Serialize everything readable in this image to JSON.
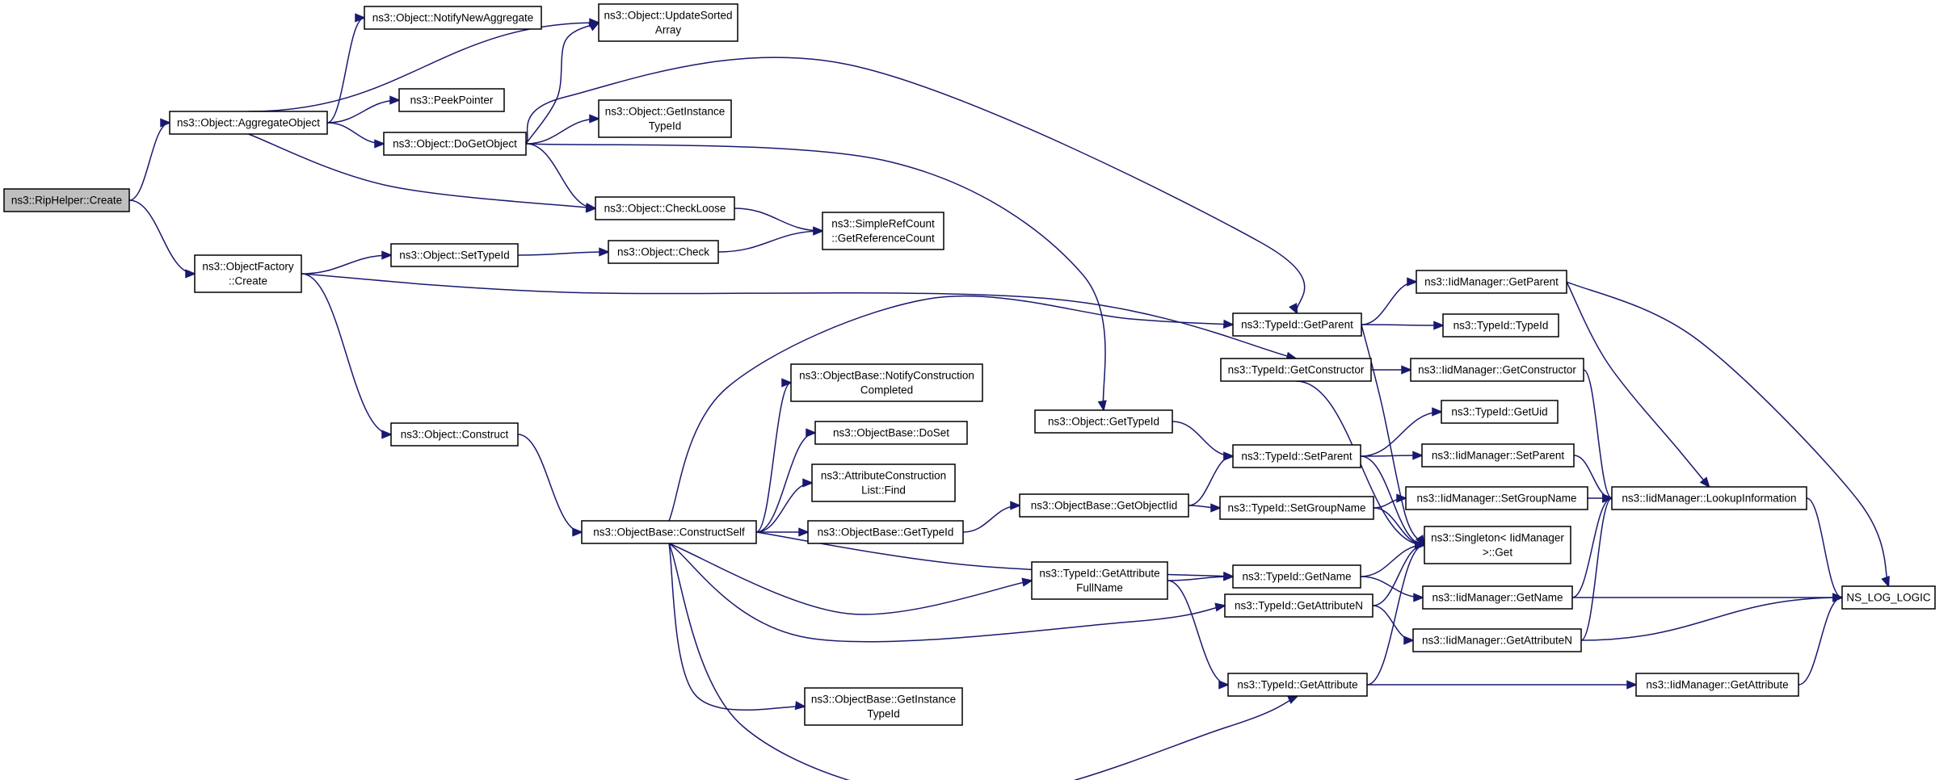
{
  "colors": {
    "edge": "#191970",
    "node_border": "#000000",
    "node_fill": "#ffffff",
    "root_fill": "#bfbfbf"
  },
  "nodes": [
    {
      "id": "riphelper_create",
      "lines": [
        "ns3::RipHelper::Create"
      ],
      "root": true
    },
    {
      "id": "object_aggregateobject",
      "lines": [
        "ns3::Object::AggregateObject"
      ]
    },
    {
      "id": "objectfactory_create",
      "lines": [
        "ns3::ObjectFactory",
        "::Create"
      ]
    },
    {
      "id": "object_notifynewaggregate",
      "lines": [
        "ns3::Object::NotifyNewAggregate"
      ]
    },
    {
      "id": "object_updatesortedarray",
      "lines": [
        "ns3::Object::UpdateSorted",
        "Array"
      ]
    },
    {
      "id": "peekpointer",
      "lines": [
        "ns3::PeekPointer"
      ]
    },
    {
      "id": "object_dogetobject",
      "lines": [
        "ns3::Object::DoGetObject"
      ]
    },
    {
      "id": "object_getinstancetypeid",
      "lines": [
        "ns3::Object::GetInstance",
        "TypeId"
      ]
    },
    {
      "id": "object_checkloose",
      "lines": [
        "ns3::Object::CheckLoose"
      ]
    },
    {
      "id": "simplerefcount_getreferencecount",
      "lines": [
        "ns3::SimpleRefCount",
        "::GetReferenceCount"
      ]
    },
    {
      "id": "object_settypeid",
      "lines": [
        "ns3::Object::SetTypeId"
      ]
    },
    {
      "id": "object_check",
      "lines": [
        "ns3::Object::Check"
      ]
    },
    {
      "id": "object_construct",
      "lines": [
        "ns3::Object::Construct"
      ]
    },
    {
      "id": "objectbase_constructself",
      "lines": [
        "ns3::ObjectBase::ConstructSelf"
      ]
    },
    {
      "id": "objectbase_notifyconstructioncompleted",
      "lines": [
        "ns3::ObjectBase::NotifyConstruction",
        "Completed"
      ]
    },
    {
      "id": "objectbase_doset",
      "lines": [
        "ns3::ObjectBase::DoSet"
      ]
    },
    {
      "id": "attributeconstructionlist_find",
      "lines": [
        "ns3::AttributeConstruction",
        "List::Find"
      ]
    },
    {
      "id": "objectbase_gettypeid",
      "lines": [
        "ns3::ObjectBase::GetTypeId"
      ]
    },
    {
      "id": "objectbase_getinstancetypeid",
      "lines": [
        "ns3::ObjectBase::GetInstance",
        "TypeId"
      ]
    },
    {
      "id": "object_gettypeid",
      "lines": [
        "ns3::Object::GetTypeId"
      ]
    },
    {
      "id": "objectbase_getobjectiid",
      "lines": [
        "ns3::ObjectBase::GetObjectIid"
      ]
    },
    {
      "id": "typeid_getattributefullname",
      "lines": [
        "ns3::TypeId::GetAttribute",
        "FullName"
      ]
    },
    {
      "id": "typeid_getparent",
      "lines": [
        "ns3::TypeId::GetParent"
      ]
    },
    {
      "id": "typeid_getconstructor",
      "lines": [
        "ns3::TypeId::GetConstructor"
      ]
    },
    {
      "id": "typeid_setparent",
      "lines": [
        "ns3::TypeId::SetParent"
      ]
    },
    {
      "id": "typeid_setgroupname",
      "lines": [
        "ns3::TypeId::SetGroupName"
      ]
    },
    {
      "id": "typeid_getname",
      "lines": [
        "ns3::TypeId::GetName"
      ]
    },
    {
      "id": "typeid_getattributen",
      "lines": [
        "ns3::TypeId::GetAttributeN"
      ]
    },
    {
      "id": "typeid_getattribute",
      "lines": [
        "ns3::TypeId::GetAttribute"
      ]
    },
    {
      "id": "iidmanager_getparent",
      "lines": [
        "ns3::IidManager::GetParent"
      ]
    },
    {
      "id": "typeid_typeid",
      "lines": [
        "ns3::TypeId::TypeId"
      ]
    },
    {
      "id": "iidmanager_getconstructor",
      "lines": [
        "ns3::IidManager::GetConstructor"
      ]
    },
    {
      "id": "typeid_getuid",
      "lines": [
        "ns3::TypeId::GetUid"
      ]
    },
    {
      "id": "iidmanager_setparent",
      "lines": [
        "ns3::IidManager::SetParent"
      ]
    },
    {
      "id": "iidmanager_setgroupname",
      "lines": [
        "ns3::IidManager::SetGroupName"
      ]
    },
    {
      "id": "singleton_get",
      "lines": [
        "ns3::Singleton< IidManager",
        " >::Get"
      ]
    },
    {
      "id": "iidmanager_getname",
      "lines": [
        "ns3::IidManager::GetName"
      ]
    },
    {
      "id": "iidmanager_getattributen",
      "lines": [
        "ns3::IidManager::GetAttributeN"
      ]
    },
    {
      "id": "iidmanager_getattribute",
      "lines": [
        "ns3::IidManager::GetAttribute"
      ]
    },
    {
      "id": "iidmanager_lookupinformation",
      "lines": [
        "ns3::IidManager::LookupInformation"
      ]
    },
    {
      "id": "ns_log_logic",
      "lines": [
        "NS_LOG_LOGIC"
      ]
    }
  ],
  "edges": [
    [
      "riphelper_create",
      "object_aggregateobject"
    ],
    [
      "riphelper_create",
      "objectfactory_create"
    ],
    [
      "object_aggregateobject",
      "object_notifynewaggregate"
    ],
    [
      "object_aggregateobject",
      "object_updatesortedarray"
    ],
    [
      "object_aggregateobject",
      "peekpointer"
    ],
    [
      "object_aggregateobject",
      "object_dogetobject"
    ],
    [
      "object_aggregateobject",
      "object_checkloose"
    ],
    [
      "object_dogetobject",
      "object_updatesortedarray"
    ],
    [
      "object_dogetobject",
      "object_getinstancetypeid"
    ],
    [
      "object_dogetobject",
      "object_checkloose"
    ],
    [
      "object_dogetobject",
      "typeid_getparent"
    ],
    [
      "object_dogetobject",
      "object_gettypeid"
    ],
    [
      "object_checkloose",
      "simplerefcount_getreferencecount"
    ],
    [
      "objectfactory_create",
      "object_settypeid"
    ],
    [
      "objectfactory_create",
      "typeid_getconstructor"
    ],
    [
      "objectfactory_create",
      "object_construct"
    ],
    [
      "object_settypeid",
      "object_check"
    ],
    [
      "object_check",
      "simplerefcount_getreferencecount"
    ],
    [
      "object_construct",
      "objectbase_constructself"
    ],
    [
      "objectbase_constructself",
      "typeid_getparent"
    ],
    [
      "objectbase_constructself",
      "objectbase_notifyconstructioncompleted"
    ],
    [
      "objectbase_constructself",
      "objectbase_doset"
    ],
    [
      "objectbase_constructself",
      "attributeconstructionlist_find"
    ],
    [
      "objectbase_constructself",
      "objectbase_gettypeid"
    ],
    [
      "objectbase_constructself",
      "typeid_getname"
    ],
    [
      "objectbase_constructself",
      "typeid_getattributefullname"
    ],
    [
      "objectbase_constructself",
      "typeid_getattributen"
    ],
    [
      "objectbase_constructself",
      "objectbase_getinstancetypeid"
    ],
    [
      "objectbase_constructself",
      "typeid_getattribute"
    ],
    [
      "objectbase_gettypeid",
      "objectbase_getobjectiid"
    ],
    [
      "objectbase_getobjectiid",
      "typeid_setparent"
    ],
    [
      "objectbase_getobjectiid",
      "typeid_setgroupname"
    ],
    [
      "object_gettypeid",
      "typeid_setparent"
    ],
    [
      "typeid_getattributefullname",
      "typeid_getname"
    ],
    [
      "typeid_getattributefullname",
      "typeid_getattribute"
    ],
    [
      "typeid_getparent",
      "iidmanager_getparent"
    ],
    [
      "typeid_getparent",
      "typeid_typeid"
    ],
    [
      "typeid_getparent",
      "singleton_get"
    ],
    [
      "typeid_getconstructor",
      "iidmanager_getconstructor"
    ],
    [
      "typeid_getconstructor",
      "singleton_get"
    ],
    [
      "typeid_setparent",
      "typeid_getuid"
    ],
    [
      "typeid_setparent",
      "iidmanager_setparent"
    ],
    [
      "typeid_setparent",
      "singleton_get"
    ],
    [
      "typeid_setgroupname",
      "iidmanager_setgroupname"
    ],
    [
      "typeid_setgroupname",
      "singleton_get"
    ],
    [
      "typeid_getname",
      "singleton_get"
    ],
    [
      "typeid_getname",
      "iidmanager_getname"
    ],
    [
      "typeid_getattributen",
      "singleton_get"
    ],
    [
      "typeid_getattributen",
      "iidmanager_getattributen"
    ],
    [
      "typeid_getattribute",
      "singleton_get"
    ],
    [
      "typeid_getattribute",
      "iidmanager_getattribute"
    ],
    [
      "iidmanager_getparent",
      "iidmanager_lookupinformation"
    ],
    [
      "iidmanager_getparent",
      "ns_log_logic"
    ],
    [
      "iidmanager_getconstructor",
      "iidmanager_lookupinformation"
    ],
    [
      "iidmanager_setparent",
      "iidmanager_lookupinformation"
    ],
    [
      "iidmanager_setgroupname",
      "iidmanager_lookupinformation"
    ],
    [
      "iidmanager_getname",
      "iidmanager_lookupinformation"
    ],
    [
      "iidmanager_getname",
      "ns_log_logic"
    ],
    [
      "iidmanager_getattributen",
      "iidmanager_lookupinformation"
    ],
    [
      "iidmanager_getattributen",
      "ns_log_logic"
    ],
    [
      "iidmanager_getattribute",
      "ns_log_logic"
    ],
    [
      "iidmanager_lookupinformation",
      "ns_log_logic"
    ]
  ]
}
